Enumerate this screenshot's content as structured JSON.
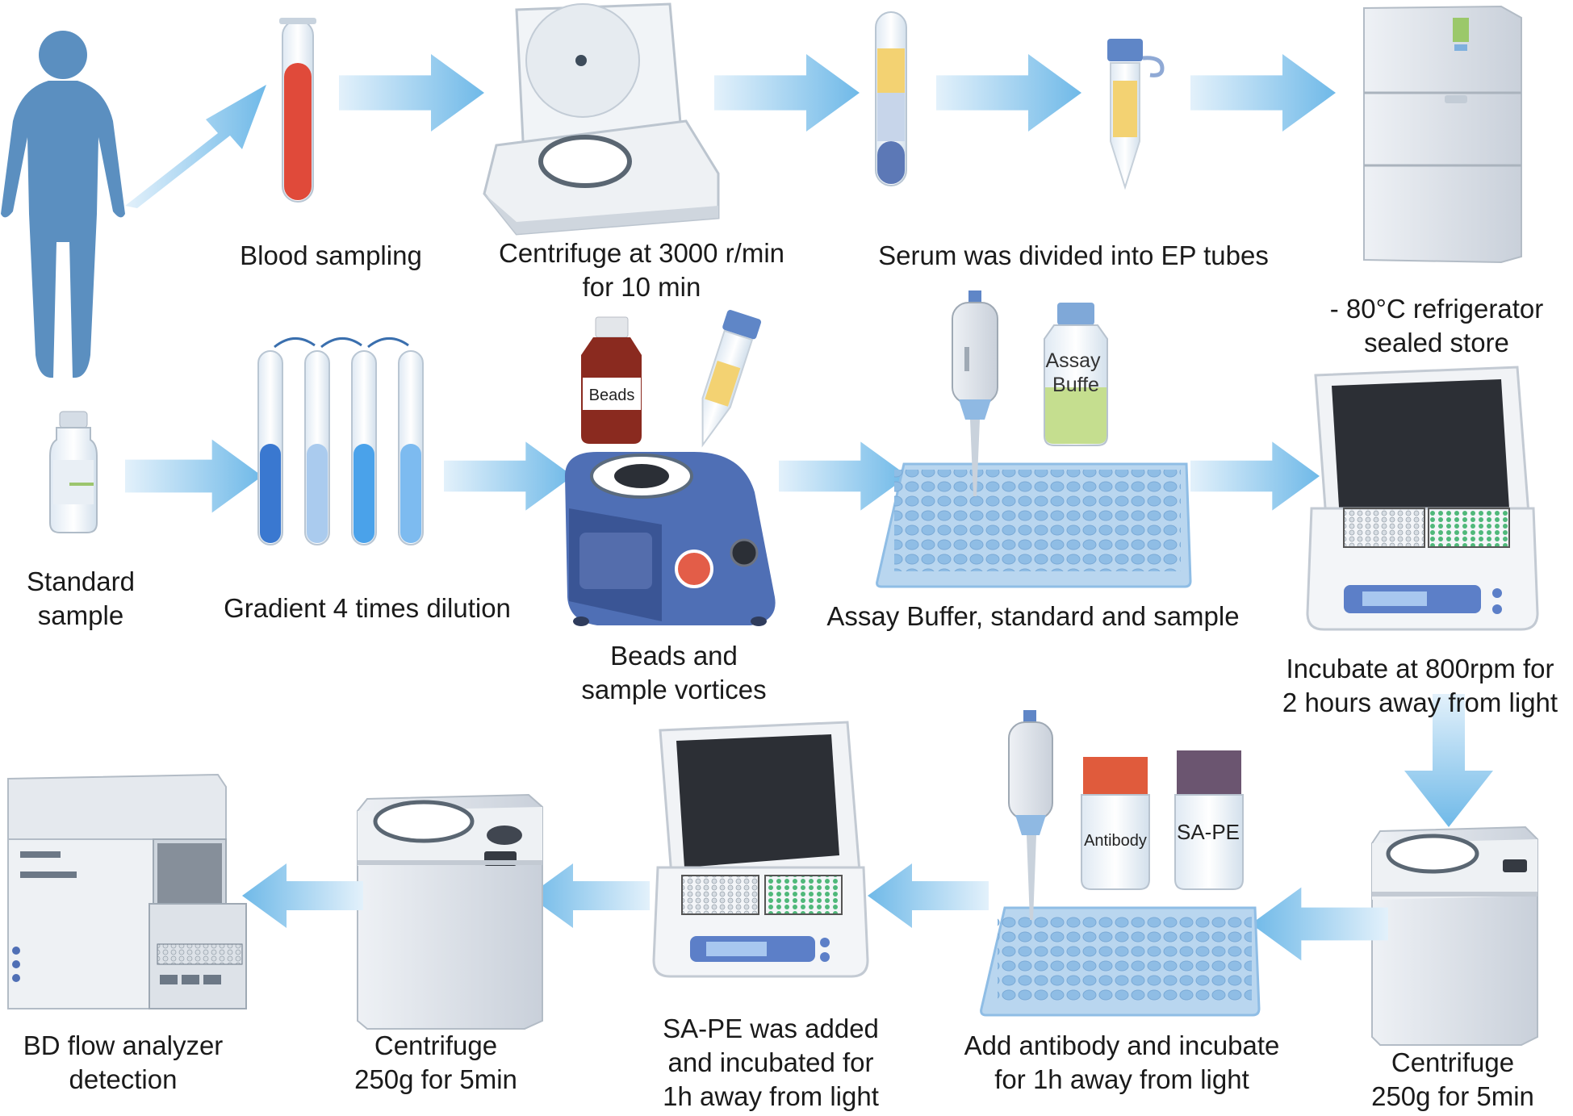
{
  "labels": {
    "blood_sampling": "Blood sampling",
    "centrifuge_3000": "Centrifuge at 3000 r/min\nfor 10 min",
    "serum_divided": "Serum was divided into EP tubes",
    "refrigerator": "- 80°C refrigerator\nsealed store",
    "standard_sample": "Standard\nsample",
    "gradient_dilution": "Gradient 4 times dilution",
    "beads_vortex": "Beads and\nsample vortices",
    "assay_buffer_step": "Assay Buffer, standard and sample",
    "incubate_800": "Incubate at 800rpm for\n2 hours away from light",
    "centrifuge_250_right": "Centrifuge\n250g for 5min",
    "add_antibody": "Add antibody and incubate\nfor 1h away from light",
    "sape_added": "SA-PE was added\nand incubated for\n1h away from light",
    "centrifuge_250_left": "Centrifuge\n250g for 5min",
    "bd_flow": "BD flow analyzer\ndetection"
  },
  "bottle_labels": {
    "beads": "Beads",
    "assay_buffer": "Assay\nBuffe",
    "antibody": "Antibody",
    "sape": "SA-PE"
  },
  "colors": {
    "arrow": "#8ec8ec",
    "person": "#5b8fc0",
    "blood": "#e04a3a",
    "serum": "#f3d272",
    "plate": "#b9d6ef",
    "device": "#e8ebf0",
    "vortex": "#4f6fb5"
  }
}
